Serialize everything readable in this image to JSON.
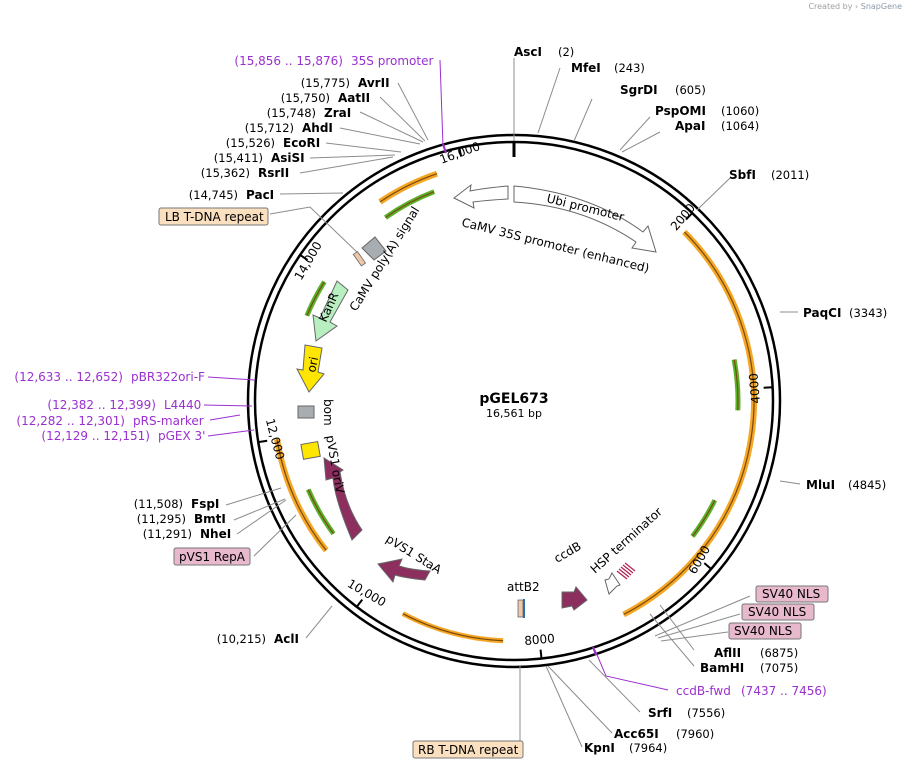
{
  "credit": {
    "prefix": "Created by",
    "brand": "SnapGene"
  },
  "plasmid": {
    "name": "pGEL673",
    "length": "16,561 bp",
    "total_bp": 16561
  },
  "ticks": [
    {
      "label": "2000",
      "bp": 2000
    },
    {
      "label": "4000",
      "bp": 4000
    },
    {
      "label": "6000",
      "bp": 6000
    },
    {
      "label": "8000",
      "bp": 8000
    },
    {
      "label": "10,000",
      "bp": 10000
    },
    {
      "label": "12,000",
      "bp": 12000
    },
    {
      "label": "14,000",
      "bp": 14000
    },
    {
      "label": "16,000",
      "bp": 16000
    }
  ],
  "enzymes_right": [
    {
      "name": "AscI",
      "pos": "(2)",
      "bp": 2
    },
    {
      "name": "MfeI",
      "pos": "(243)",
      "bp": 243
    },
    {
      "name": "SgrDI",
      "pos": "(605)",
      "bp": 605
    },
    {
      "name": "PspOMI",
      "pos": "(1060)",
      "bp": 1060
    },
    {
      "name": "ApaI",
      "pos": "(1064)",
      "bp": 1064
    },
    {
      "name": "SbfI",
      "pos": "(2011)",
      "bp": 2011
    },
    {
      "name": "PaqCI",
      "pos": "(3343)",
      "bp": 3343
    },
    {
      "name": "MluI",
      "pos": "(4845)",
      "bp": 4845
    },
    {
      "name": "AflII",
      "pos": "(6875)",
      "bp": 6875
    },
    {
      "name": "BamHI",
      "pos": "(7075)",
      "bp": 7075
    },
    {
      "name": "SrfI",
      "pos": "(7556)",
      "bp": 7556
    },
    {
      "name": "Acc65I",
      "pos": "(7960)",
      "bp": 7960
    },
    {
      "name": "KpnI",
      "pos": "(7964)",
      "bp": 7964
    }
  ],
  "enzymes_left": [
    {
      "name": "AvrII",
      "pos": "(15,775)",
      "bp": 15775
    },
    {
      "name": "AatII",
      "pos": "(15,750)",
      "bp": 15750
    },
    {
      "name": "ZraI",
      "pos": "(15,748)",
      "bp": 15748
    },
    {
      "name": "AhdI",
      "pos": "(15,712)",
      "bp": 15712
    },
    {
      "name": "EcoRI",
      "pos": "(15,526)",
      "bp": 15526
    },
    {
      "name": "AsiSI",
      "pos": "(15,411)",
      "bp": 15411
    },
    {
      "name": "RsrII",
      "pos": "(15,362)",
      "bp": 15362
    },
    {
      "name": "PacI",
      "pos": "(14,745)",
      "bp": 14745
    },
    {
      "name": "FspI",
      "pos": "(11,508)",
      "bp": 11508
    },
    {
      "name": "BmtI",
      "pos": "(11,295)",
      "bp": 11295
    },
    {
      "name": "NheI",
      "pos": "(11,291)",
      "bp": 11291
    },
    {
      "name": "AclI",
      "pos": "(10,215)",
      "bp": 10215
    }
  ],
  "primers": [
    {
      "range": "(15,856 .. 15,876)",
      "name": "35S promoter"
    },
    {
      "range": "(12,633 .. 12,652)",
      "name": "pBR322ori-F"
    },
    {
      "range": "(12,382 .. 12,399)",
      "name": "L4440"
    },
    {
      "range": "(12,282 .. 12,301)",
      "name": "pRS-marker"
    },
    {
      "range": "(12,129 .. 12,151)",
      "name": "pGEX 3'"
    },
    {
      "range": "(7437 .. 7456)",
      "name": "ccdB-fwd"
    }
  ],
  "boxed_features": [
    {
      "label": "LB T-DNA repeat",
      "color": "#fbe0c0"
    },
    {
      "label": "RB T-DNA repeat",
      "color": "#fbe0c0"
    },
    {
      "label": "pVS1 RepA",
      "color": "#e8b8cc"
    },
    {
      "label": "SV40 NLS",
      "color": "#e8b8cc"
    },
    {
      "label": "SV40 NLS",
      "color": "#e8b8cc"
    },
    {
      "label": "SV40 NLS",
      "color": "#e8b8cc"
    }
  ],
  "inner_features": [
    {
      "label": "Ubi promoter"
    },
    {
      "label": "CaMV 35S promoter (enhanced)"
    },
    {
      "label": "CaMV poly(A) signal"
    },
    {
      "label": "KanR"
    },
    {
      "label": "ori"
    },
    {
      "label": "bom"
    },
    {
      "label": "pVS1 oriV"
    },
    {
      "label": "pVS1 StaA"
    },
    {
      "label": "HSP terminator"
    },
    {
      "label": "ccdB"
    },
    {
      "label": "attB2"
    }
  ],
  "colors": {
    "orf_orange": "#f5a623",
    "orf_green": "#59b22a",
    "promoter_white": "#ffffff",
    "maroon": "#8c2e5e",
    "yellow": "#ffe600",
    "kanr_green": "#b8efc0",
    "primer_purple": "#9b30d0"
  }
}
